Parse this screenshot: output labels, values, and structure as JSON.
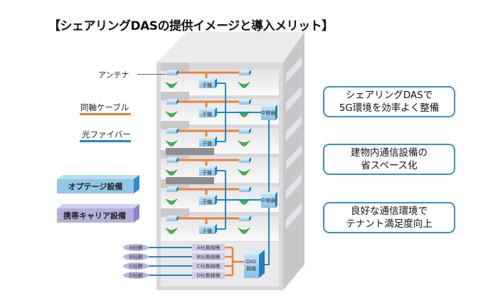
{
  "title": "【シェアリングDASの提供イメージと導入メリット】",
  "legend": {
    "antenna": "アンテナ",
    "coax": "同軸ケーブル",
    "fiber": "光ファイバー"
  },
  "equipment_blocks": {
    "optage": "オプテージ設備",
    "carrier": "携帯キャリア設備"
  },
  "building": {
    "slave_unit": "子機",
    "repeater": "中継器",
    "das_master": [
      "DAS",
      "親機"
    ],
    "carrier_networks": [
      "A社網",
      "B社網",
      "C社網",
      "D社網"
    ],
    "radio_units": [
      "A社無線機",
      "B社無線機",
      "C社無線機",
      "D社無線機"
    ],
    "floors": 6
  },
  "merits": [
    {
      "line1": "シェアリングDASで",
      "line2": "5G環境を効率よく整備"
    },
    {
      "line1": "建物内通信設備の",
      "line2": "省スペース化"
    },
    {
      "line1": "良好な通信環境で",
      "line2": "テナント満足度向上"
    }
  ],
  "colors": {
    "coax": "#e8823a",
    "fiber": "#1f87c4",
    "merit_border": "#3a8fc0",
    "optage_block": "#8fc7e6",
    "carrier_block": "#b3b0dc",
    "antenna_wave": "#3aa845"
  }
}
